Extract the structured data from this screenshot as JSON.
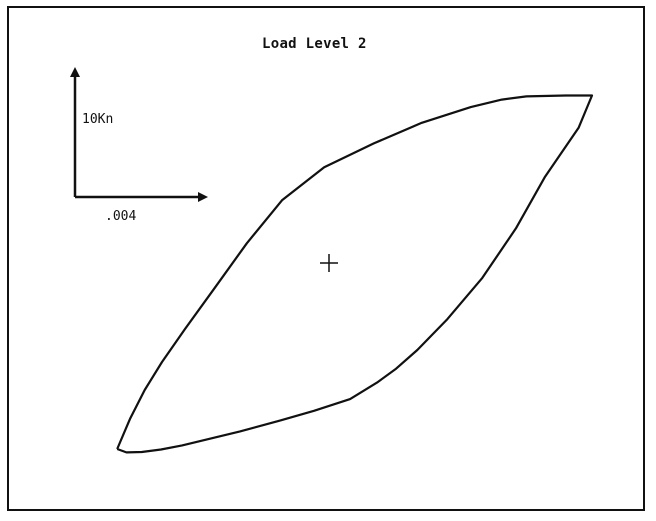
{
  "chart_data": {
    "type": "line",
    "title": "Load Level 2",
    "xlabel": "",
    "ylabel": "",
    "scale_bar": {
      "y_label": "10Kn",
      "x_label": ".004"
    },
    "origin_marker": "+",
    "series": [
      {
        "x": [
          -0.00662,
          -0.00622,
          -0.00576,
          -0.00522,
          -0.0045,
          -0.00357,
          -0.00257,
          -0.00147,
          -0.00015,
          0.0014,
          0.0029,
          0.00443,
          0.0054,
          0.00617,
          0.0074,
          0.00822,
          0.0078,
          0.00674,
          0.00584,
          0.00479,
          0.0037,
          0.00276,
          0.0021,
          0.0015,
          0.00066,
          -0.00047,
          -0.00153,
          -0.00278,
          -0.00383,
          -0.00459,
          -0.00525,
          -0.00585,
          -0.00633,
          -0.00662
        ],
        "y": [
          -14.88,
          -12.47,
          -10.16,
          -7.92,
          -5.28,
          -1.98,
          1.58,
          5.02,
          7.66,
          9.57,
          11.22,
          12.47,
          13.07,
          13.33,
          13.4,
          13.4,
          10.82,
          6.86,
          2.77,
          -1.19,
          -4.49,
          -6.96,
          -8.45,
          -9.57,
          -10.89,
          -11.82,
          -12.61,
          -13.47,
          -14.13,
          -14.59,
          -14.92,
          -15.12,
          -15.15,
          -14.88
        ]
      }
    ]
  }
}
